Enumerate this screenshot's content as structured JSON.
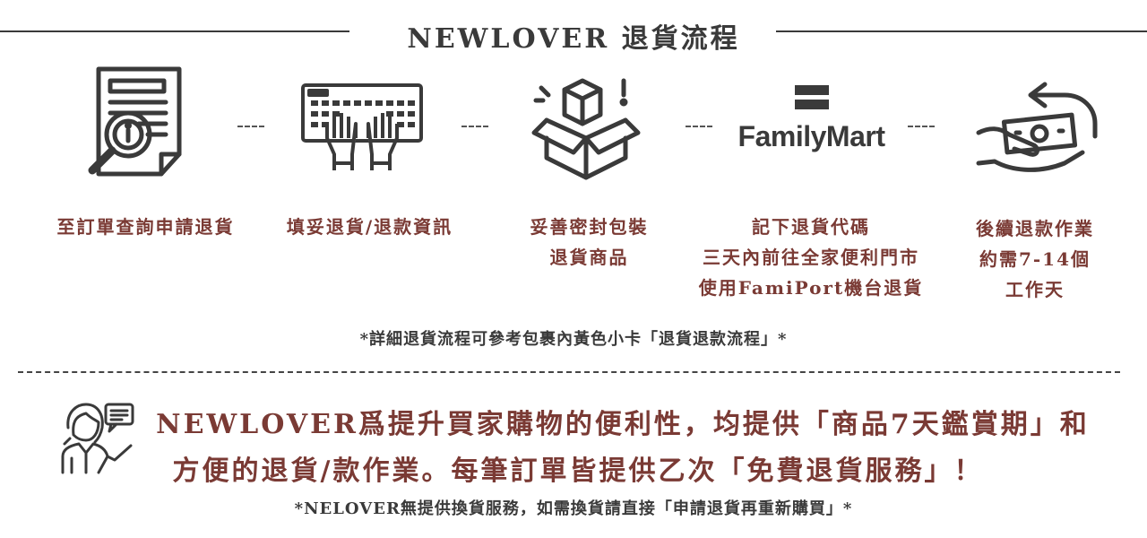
{
  "header": {
    "title": "NEWLOVER 退貨流程"
  },
  "steps": [
    {
      "icon": "document-search-icon",
      "lines": [
        "至訂單查詢申請退貨"
      ]
    },
    {
      "icon": "keyboard-typing-icon",
      "lines": [
        "填妥退貨/退款資訊"
      ]
    },
    {
      "icon": "open-box-icon",
      "lines": [
        "妥善密封包裝",
        "退貨商品"
      ]
    },
    {
      "icon": "familymart-logo",
      "logo_text": "FamilyMart",
      "lines": [
        "記下退貨代碼",
        "三天內前往全家便利門市",
        "使用FamiPort機台退貨"
      ]
    },
    {
      "icon": "money-refund-icon",
      "lines": [
        "後續退款作業",
        "約需7-14個",
        "工作天"
      ]
    }
  ],
  "connector": "---",
  "note": "*詳細退貨流程可參考包裹內黃色小卡「退貨退款流程」*",
  "promo": {
    "icon": "customer-service-icon",
    "line1": "NEWLOVER爲提升買家購物的便利性，均提供「商品7天鑑賞期」和",
    "line2": "方便的退貨/款作業。每筆訂單皆提供乙次「免費退貨服務」！"
  },
  "footnote": "*NELOVER無提供換貨服務，如需換貨請直接「申請退貨再重新購買」*",
  "colors": {
    "accent": "#7a3a34",
    "text": "#3a3a3a",
    "background": "#ffffff"
  }
}
